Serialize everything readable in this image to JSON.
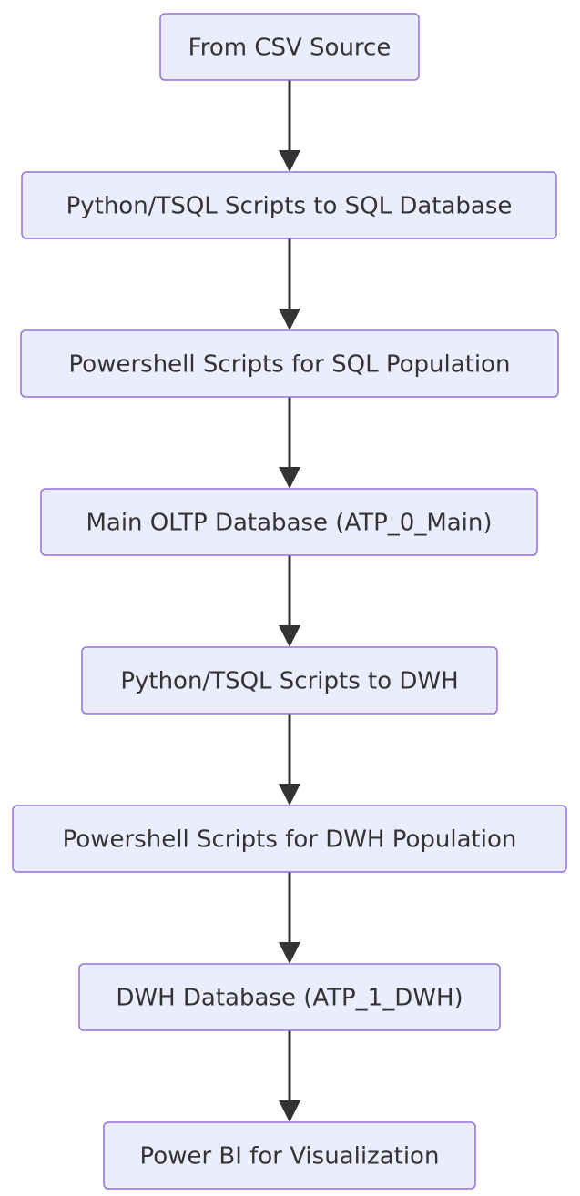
{
  "diagram": {
    "type": "flowchart",
    "direction": "top-down",
    "nodes": [
      {
        "id": "csv_source",
        "label": "From CSV Source"
      },
      {
        "id": "py_tsql_sql",
        "label": "Python/TSQL Scripts to SQL Database"
      },
      {
        "id": "ps_sql_pop",
        "label": "Powershell Scripts for SQL Population"
      },
      {
        "id": "oltp_db",
        "label": "Main OLTP Database (ATP_0_Main)"
      },
      {
        "id": "py_tsql_dwh",
        "label": "Python/TSQL Scripts to DWH"
      },
      {
        "id": "ps_dwh_pop",
        "label": "Powershell Scripts for DWH Population"
      },
      {
        "id": "dwh_db",
        "label": "DWH Database (ATP_1_DWH)"
      },
      {
        "id": "powerbi",
        "label": "Power BI for Visualization"
      }
    ],
    "edges": [
      {
        "from": "csv_source",
        "to": "py_tsql_sql"
      },
      {
        "from": "py_tsql_sql",
        "to": "ps_sql_pop"
      },
      {
        "from": "ps_sql_pop",
        "to": "oltp_db"
      },
      {
        "from": "oltp_db",
        "to": "py_tsql_dwh"
      },
      {
        "from": "py_tsql_dwh",
        "to": "ps_dwh_pop"
      },
      {
        "from": "ps_dwh_pop",
        "to": "dwh_db"
      },
      {
        "from": "dwh_db",
        "to": "powerbi"
      }
    ],
    "colors": {
      "node_fill": "#ECECFF",
      "node_stroke": "#9370DB",
      "edge": "#333333",
      "text": "#333333"
    }
  }
}
